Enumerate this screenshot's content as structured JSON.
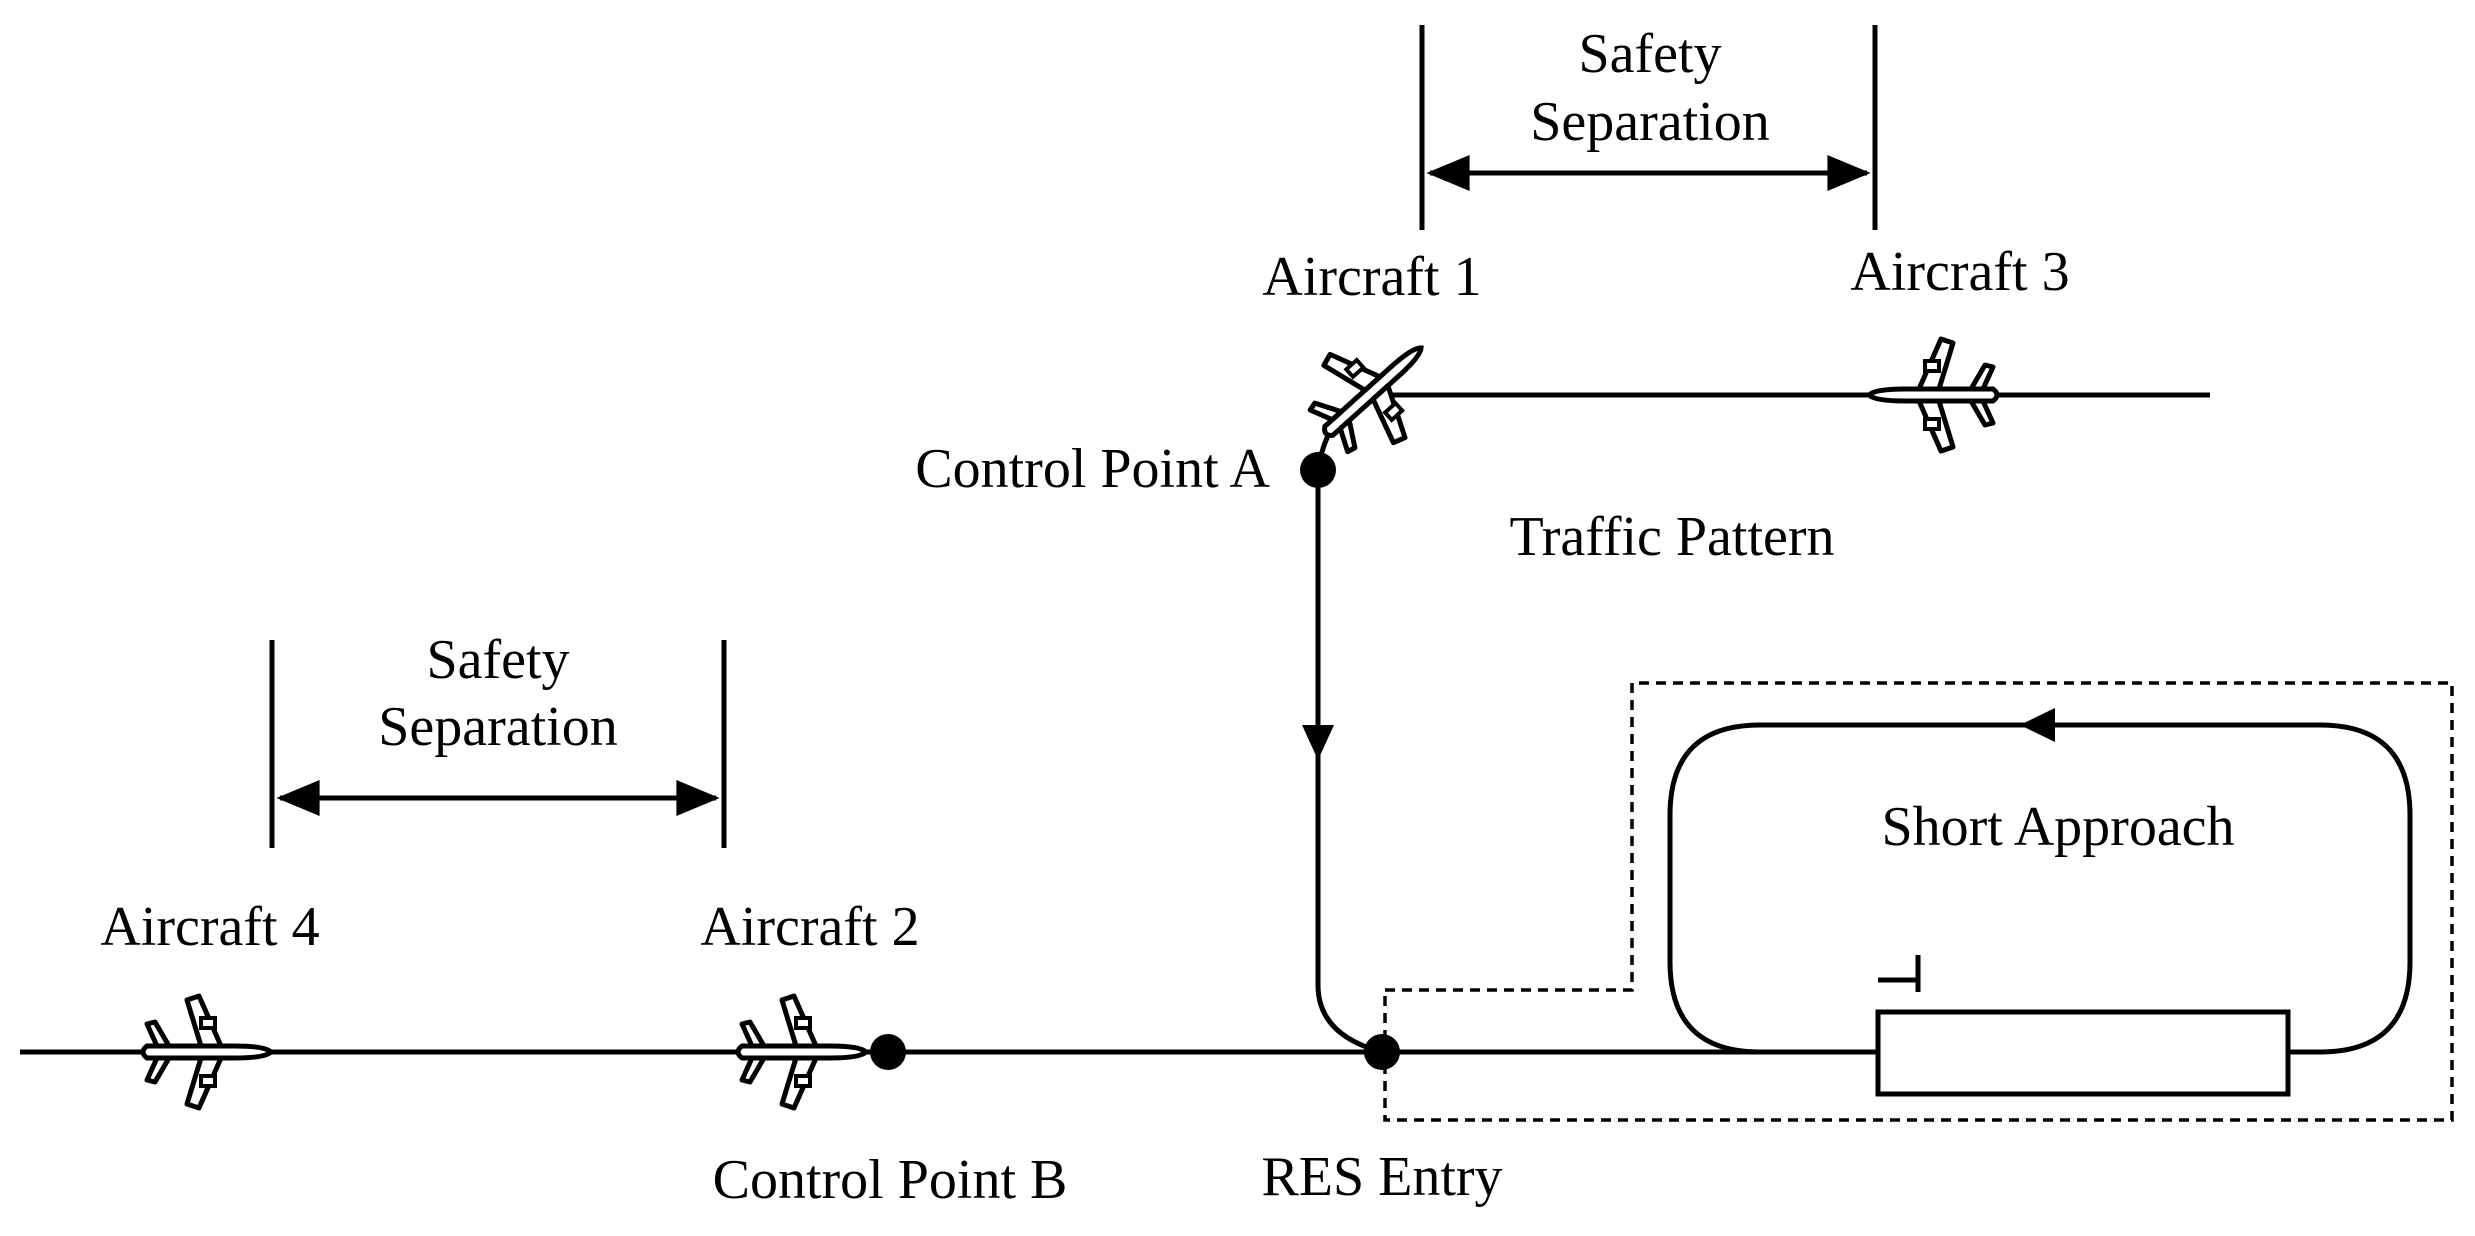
{
  "labels": {
    "safety_separation_top": [
      "Safety",
      "Separation"
    ],
    "safety_separation_left": [
      "Safety",
      "Separation"
    ],
    "aircraft_1": "Aircraft 1",
    "aircraft_2": "Aircraft 2",
    "aircraft_3": "Aircraft 3",
    "aircraft_4": "Aircraft 4",
    "control_point_a": "Control Point A",
    "control_point_b": "Control Point B",
    "traffic_pattern": "Traffic Pattern",
    "short_approach": "Short Approach",
    "res_entry": "RES Entry"
  },
  "icons": {
    "aircraft": "airplane-icon",
    "control_point": "filled-circle-icon",
    "runway": "runway-rectangle-icon",
    "runway_threshold": "threshold-marker-icon"
  },
  "colors": {
    "line": "#000000",
    "background": "#ffffff"
  }
}
